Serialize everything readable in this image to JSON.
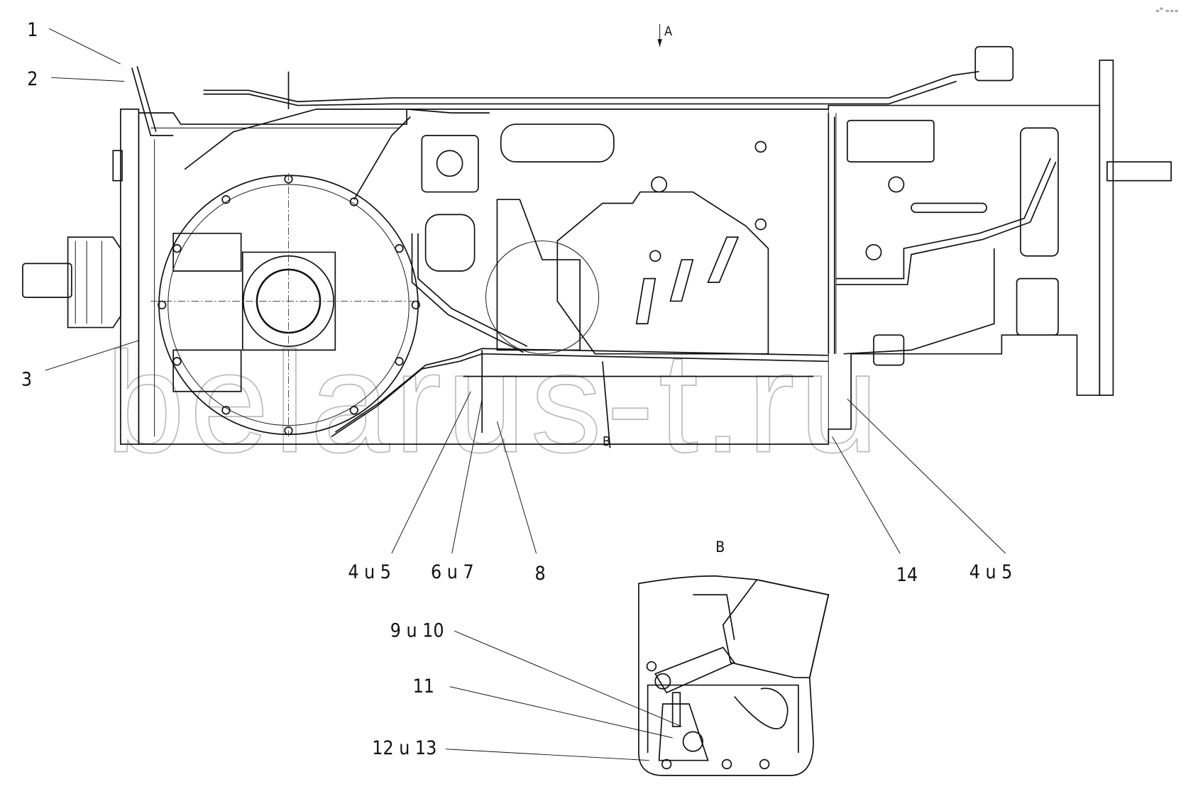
{
  "drawing": {
    "view_a_label": "A",
    "view_b_label": "B",
    "section_mark_b": "B",
    "callouts": [
      {
        "id": "c1",
        "text": "1"
      },
      {
        "id": "c2",
        "text": "2"
      },
      {
        "id": "c3",
        "text": "3"
      },
      {
        "id": "c4",
        "text": "4 u 5"
      },
      {
        "id": "c5",
        "text": "6 u 7"
      },
      {
        "id": "c6",
        "text": "8"
      },
      {
        "id": "c7",
        "text": "14"
      },
      {
        "id": "c8",
        "text": "4 u 5"
      },
      {
        "id": "c9",
        "text": "9 u 10"
      },
      {
        "id": "c10",
        "text": "11"
      },
      {
        "id": "c11",
        "text": "12 u 13"
      }
    ]
  },
  "watermark": "belarus-t.ru",
  "colors": {
    "line": "#111111",
    "watermark": "#bbbbbb",
    "background": "#ffffff"
  }
}
